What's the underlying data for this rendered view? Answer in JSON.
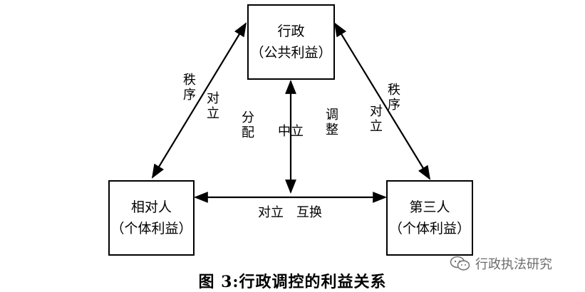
{
  "nodes": {
    "admin": {
      "title": "行政",
      "sub": "（公共利益）"
    },
    "counterpart": {
      "title": "相对人",
      "sub": "（个体利益）"
    },
    "third": {
      "title": "第三人",
      "sub": "（个体利益）"
    }
  },
  "labels": {
    "left_order": "秩序",
    "left_opposition": "对立",
    "right_order": "秩序",
    "right_opposition": "对立",
    "distribute": "分配",
    "neutral": "中立",
    "adjust": "调整",
    "bottom": "对立　互换"
  },
  "caption": "图 3:行政调控的利益关系",
  "watermark": {
    "text": "行政执法研究",
    "icon": "wechat-icon"
  }
}
